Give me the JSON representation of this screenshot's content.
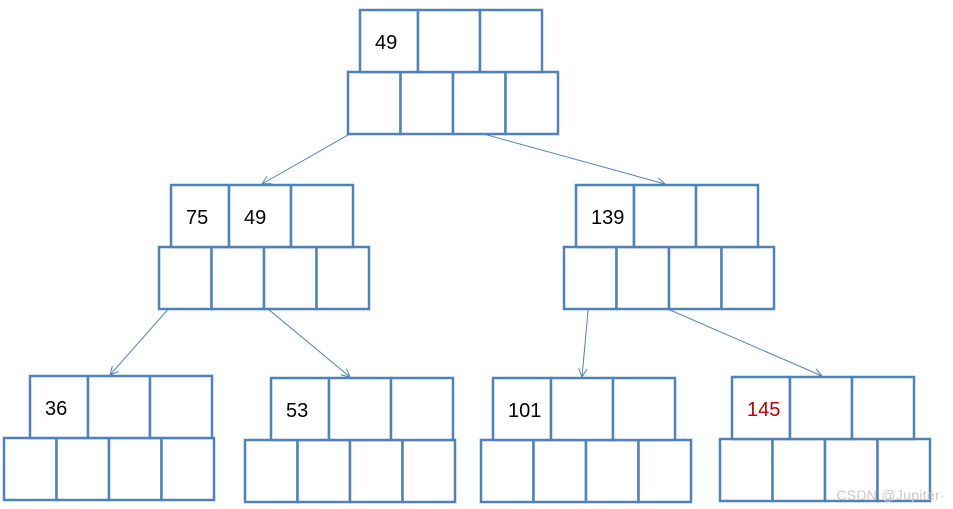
{
  "colors": {
    "border": "#4f81bd",
    "text": "#000000",
    "highlight": "#c00000"
  },
  "nodes": [
    {
      "id": "root",
      "keys": [
        "49",
        "",
        ""
      ],
      "highlight": [
        false,
        false,
        false
      ]
    },
    {
      "id": "left",
      "keys": [
        "75",
        "49",
        ""
      ],
      "highlight": [
        false,
        false,
        false
      ]
    },
    {
      "id": "right",
      "keys": [
        "139",
        "",
        ""
      ],
      "highlight": [
        false,
        false,
        false
      ]
    },
    {
      "id": "leaf-1",
      "keys": [
        "36",
        "",
        ""
      ],
      "highlight": [
        false,
        false,
        false
      ]
    },
    {
      "id": "leaf-2",
      "keys": [
        "53",
        "",
        ""
      ],
      "highlight": [
        false,
        false,
        false
      ]
    },
    {
      "id": "leaf-3",
      "keys": [
        "101",
        "",
        ""
      ],
      "highlight": [
        false,
        false,
        false
      ]
    },
    {
      "id": "leaf-4",
      "keys": [
        "145",
        "",
        ""
      ],
      "highlight": [
        true,
        false,
        false
      ]
    }
  ],
  "edges": [
    {
      "from": "root",
      "pointer": 0,
      "to": "left"
    },
    {
      "from": "root",
      "pointer": 1,
      "to": "right"
    },
    {
      "from": "left",
      "pointer": 0,
      "to": "leaf-1"
    },
    {
      "from": "left",
      "pointer": 1,
      "to": "leaf-2"
    },
    {
      "from": "right",
      "pointer": 0,
      "to": "leaf-3"
    },
    {
      "from": "right",
      "pointer": 1,
      "to": "leaf-4"
    }
  ],
  "watermark": "CSDN @Jupiter·"
}
